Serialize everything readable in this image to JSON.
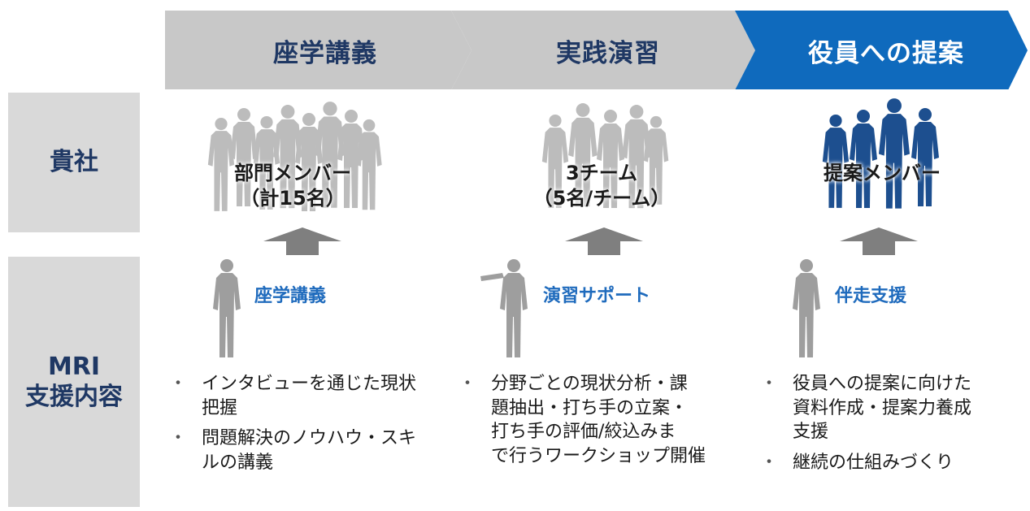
{
  "steps": [
    {
      "label": "座学講義"
    },
    {
      "label": "実践演習"
    },
    {
      "label": "役員への提案"
    }
  ],
  "rows": {
    "client": "貴社",
    "mri_line1": "MRI",
    "mri_line2": "支援内容"
  },
  "groups": [
    {
      "line1": "部門メンバー",
      "line2": "（計15名）"
    },
    {
      "line1": "3チーム",
      "line2": "（5名/チーム）"
    },
    {
      "line1": "提案メンバー",
      "line2": ""
    }
  ],
  "support": [
    {
      "title": "座学講義"
    },
    {
      "title": "演習サポート"
    },
    {
      "title": "伴走支援"
    }
  ],
  "bullet_mark": "・",
  "bullets": [
    [
      {
        "lines": [
          "インタビューを通じた現状",
          "把握"
        ]
      },
      {
        "lines": [
          "問題解決のノウハウ・スキ",
          "ルの講義"
        ]
      }
    ],
    [
      {
        "lines": [
          "分野ごとの現状分析・課",
          "題抽出・打ち手の立案・",
          "打ち手の評価/絞込みま",
          "で行うワークショップ開催"
        ]
      }
    ],
    [
      {
        "lines": [
          "役員への提案に向けた",
          "資料作成・提案力養成",
          "支援"
        ]
      },
      {
        "lines": [
          "継続の仕組みづくり"
        ]
      }
    ]
  ],
  "colors": {
    "step_gray": "#c8c8c8",
    "step_blue": "#0f6abd",
    "step_text_dark": "#1f3864",
    "label_bg": "#d9d9d9",
    "people_gray": "#a6a6a6",
    "people_blue": "#1d4f8f",
    "arrow_gray": "#7f7f7f",
    "accent_blue": "#1f6bbd"
  },
  "icons": [
    "people-group-icon",
    "up-arrow-icon",
    "consultant-icon",
    "presenter-icon"
  ]
}
